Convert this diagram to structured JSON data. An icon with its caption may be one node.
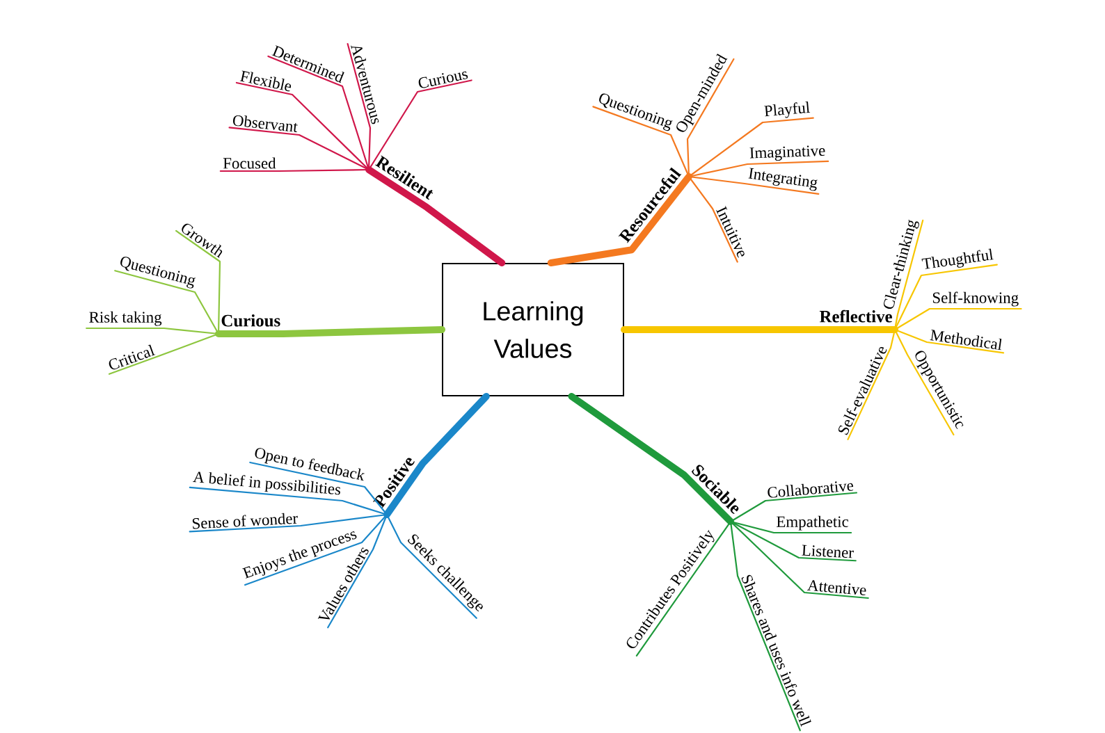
{
  "diagram": {
    "nodes": [
      {
        "text": [
          "Learning Values"
        ]
      },
      {
        "text": [
          "Resilient"
        ]
      },
      {
        "text": [
          "Adventurous"
        ]
      },
      {
        "text": [
          "Curious"
        ]
      },
      {
        "text": [
          "Determined"
        ]
      },
      {
        "text": [
          "Flexible"
        ]
      },
      {
        "text": [
          "Observant"
        ]
      },
      {
        "text": [
          "Focused"
        ]
      },
      {
        "text": [
          "Resourceful"
        ]
      },
      {
        "text": [
          "Questioning"
        ]
      },
      {
        "text": [
          "Open-minded"
        ]
      },
      {
        "text": [
          "Playful"
        ]
      },
      {
        "text": [
          "Imaginative"
        ]
      },
      {
        "text": [
          "Integrating"
        ]
      },
      {
        "text": [
          "Intuitive"
        ]
      },
      {
        "text": [
          "Curious"
        ]
      },
      {
        "text": [
          "Growth"
        ]
      },
      {
        "text": [
          "Questioning"
        ]
      },
      {
        "text": [
          "Risk taking"
        ]
      },
      {
        "text": [
          "Critical"
        ]
      },
      {
        "text": [
          "Reflective"
        ]
      },
      {
        "text": [
          "Clear-thinking"
        ]
      },
      {
        "text": [
          "Thoughtful"
        ]
      },
      {
        "text": [
          "Self-knowing"
        ]
      },
      {
        "text": [
          "Methodical"
        ]
      },
      {
        "text": [
          "Self-evaluative"
        ]
      },
      {
        "text": [
          "Opportunistic"
        ]
      },
      {
        "text": [
          "Positive"
        ]
      },
      {
        "text": [
          "Open to feedback"
        ]
      },
      {
        "text": [
          "A belief in possibilities"
        ]
      },
      {
        "text": [
          "Sense of wonder"
        ]
      },
      {
        "text": [
          "Enjoys the process"
        ]
      },
      {
        "text": [
          "Values others"
        ]
      },
      {
        "text": [
          "Seeks challenge"
        ]
      },
      {
        "text": [
          "Sociable"
        ]
      },
      {
        "text": [
          "Collaborative"
        ]
      },
      {
        "text": [
          "Empathetic"
        ]
      },
      {
        "text": [
          "Listener"
        ]
      },
      {
        "text": [
          "Attentive"
        ]
      },
      {
        "text": [
          "Contributes Positively"
        ]
      },
      {
        "text": [
          "Shares and uses info well"
        ]
      }
    ],
    "edges": [
      {
        "from": 0,
        "to": 1,
        "arrow": "none",
        "style": "thick",
        "color": "#d0174a"
      },
      {
        "from": 1,
        "to": 2,
        "arrow": "none",
        "color": "#d0174a"
      },
      {
        "from": 1,
        "to": 3,
        "arrow": "none",
        "color": "#d0174a"
      },
      {
        "from": 1,
        "to": 4,
        "arrow": "none",
        "color": "#d0174a"
      },
      {
        "from": 1,
        "to": 5,
        "arrow": "none",
        "color": "#d0174a"
      },
      {
        "from": 1,
        "to": 6,
        "arrow": "none",
        "color": "#d0174a"
      },
      {
        "from": 1,
        "to": 7,
        "arrow": "none",
        "color": "#d0174a"
      },
      {
        "from": 0,
        "to": 8,
        "arrow": "none",
        "style": "thick",
        "color": "#f47920"
      },
      {
        "from": 8,
        "to": 9,
        "arrow": "none",
        "color": "#f47920"
      },
      {
        "from": 8,
        "to": 10,
        "arrow": "none",
        "color": "#f47920"
      },
      {
        "from": 8,
        "to": 11,
        "arrow": "none",
        "color": "#f47920"
      },
      {
        "from": 8,
        "to": 12,
        "arrow": "none",
        "color": "#f47920"
      },
      {
        "from": 8,
        "to": 13,
        "arrow": "none",
        "color": "#f47920"
      },
      {
        "from": 8,
        "to": 14,
        "arrow": "none",
        "color": "#f47920"
      },
      {
        "from": 0,
        "to": 15,
        "arrow": "none",
        "style": "thick",
        "color": "#8dc63f"
      },
      {
        "from": 15,
        "to": 16,
        "arrow": "none",
        "color": "#8dc63f"
      },
      {
        "from": 15,
        "to": 17,
        "arrow": "none",
        "color": "#8dc63f"
      },
      {
        "from": 15,
        "to": 18,
        "arrow": "none",
        "color": "#8dc63f"
      },
      {
        "from": 15,
        "to": 19,
        "arrow": "none",
        "color": "#8dc63f"
      },
      {
        "from": 0,
        "to": 20,
        "arrow": "none",
        "style": "thick",
        "color": "#f7c600"
      },
      {
        "from": 20,
        "to": 21,
        "arrow": "none",
        "color": "#f7c600"
      },
      {
        "from": 20,
        "to": 22,
        "arrow": "none",
        "color": "#f7c600"
      },
      {
        "from": 20,
        "to": 23,
        "arrow": "none",
        "color": "#f7c600"
      },
      {
        "from": 20,
        "to": 24,
        "arrow": "none",
        "color": "#f7c600"
      },
      {
        "from": 20,
        "to": 25,
        "arrow": "none",
        "color": "#f7c600"
      },
      {
        "from": 20,
        "to": 26,
        "arrow": "none",
        "color": "#f7c600"
      },
      {
        "from": 0,
        "to": 27,
        "arrow": "none",
        "style": "thick",
        "color": "#1a87c9"
      },
      {
        "from": 27,
        "to": 28,
        "arrow": "none",
        "color": "#1a87c9"
      },
      {
        "from": 27,
        "to": 29,
        "arrow": "none",
        "color": "#1a87c9"
      },
      {
        "from": 27,
        "to": 30,
        "arrow": "none",
        "color": "#1a87c9"
      },
      {
        "from": 27,
        "to": 31,
        "arrow": "none",
        "color": "#1a87c9"
      },
      {
        "from": 27,
        "to": 32,
        "arrow": "none",
        "color": "#1a87c9"
      },
      {
        "from": 27,
        "to": 33,
        "arrow": "none",
        "color": "#1a87c9"
      },
      {
        "from": 0,
        "to": 34,
        "arrow": "none",
        "style": "thick",
        "color": "#1f9a3c"
      },
      {
        "from": 34,
        "to": 35,
        "arrow": "none",
        "color": "#1f9a3c"
      },
      {
        "from": 34,
        "to": 36,
        "arrow": "none",
        "color": "#1f9a3c"
      },
      {
        "from": 34,
        "to": 37,
        "arrow": "none",
        "color": "#1f9a3c"
      },
      {
        "from": 34,
        "to": 38,
        "arrow": "none",
        "color": "#1f9a3c"
      },
      {
        "from": 34,
        "to": 39,
        "arrow": "none",
        "color": "#1f9a3c"
      },
      {
        "from": 34,
        "to": 40,
        "arrow": "none",
        "color": "#1f9a3c"
      }
    ]
  }
}
